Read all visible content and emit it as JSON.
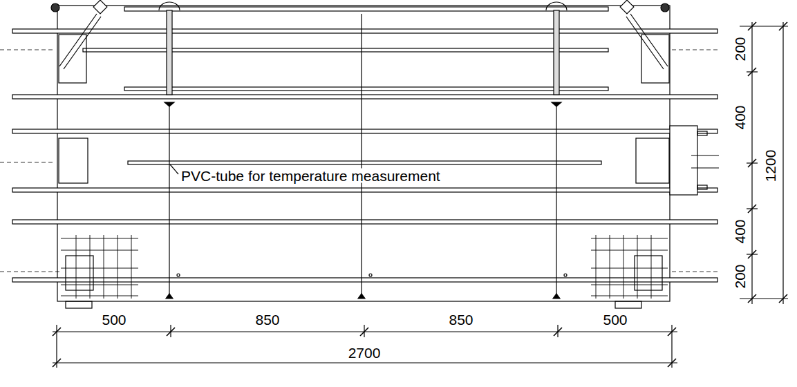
{
  "diagram": {
    "labels": [
      "200",
      "400",
      "1200",
      "400",
      "200",
      "PVC-tube for temperature measurement",
      "500",
      "850",
      "850",
      "500",
      "2700"
    ]
  }
}
